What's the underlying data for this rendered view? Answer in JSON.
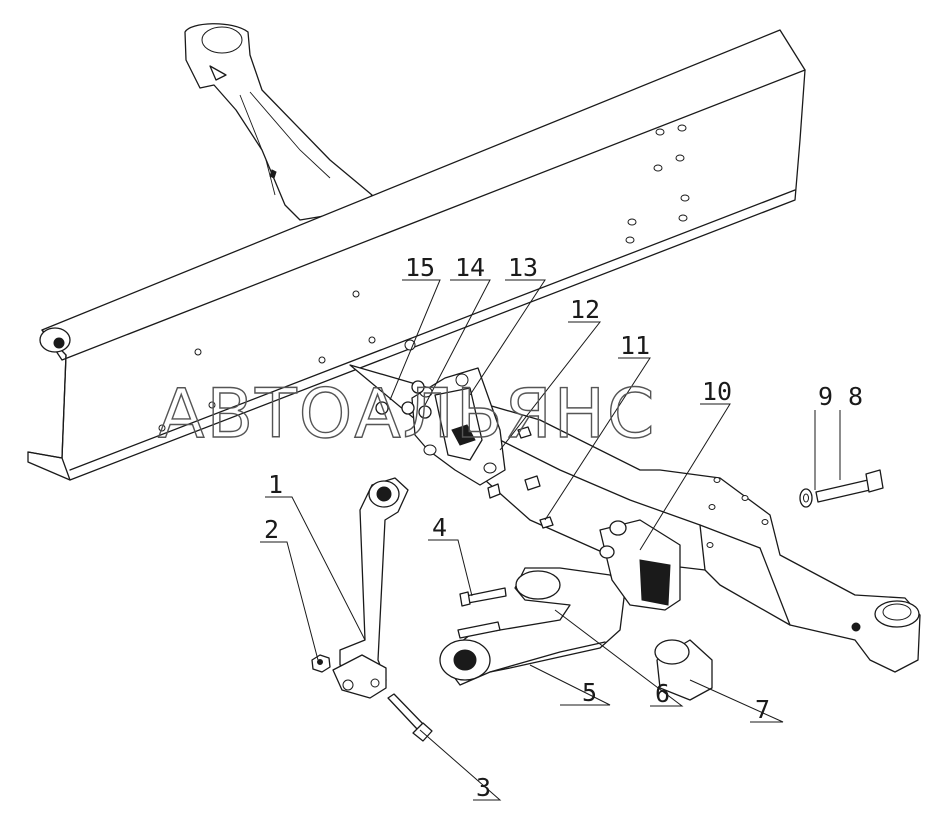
{
  "diagram": {
    "watermark": "АВТОАЛЬЯНС",
    "callouts": [
      "1",
      "2",
      "3",
      "4",
      "5",
      "6",
      "7",
      "8",
      "9",
      "10",
      "11",
      "12",
      "13",
      "14",
      "15"
    ]
  }
}
